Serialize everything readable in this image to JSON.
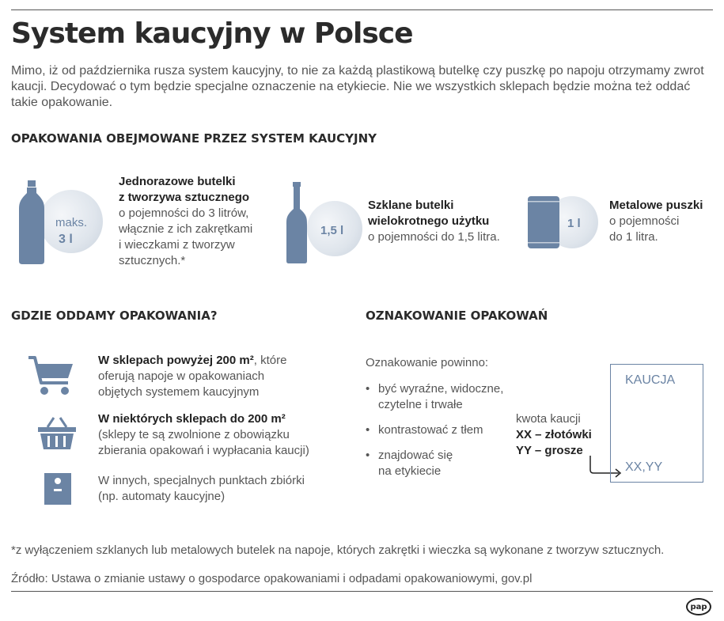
{
  "title": "System kaucyjny w Polsce",
  "intro": "Mimo, iż od października rusza system kaucyjny, to nie za każdą plastikową butelkę czy puszkę po napoju otrzymamy zwrot kaucji. Decydować o tym będzie specjalne oznaczenie na etykiecie. Nie we wszystkich sklepach będzie można też oddać takie opakowanie.",
  "section_packaging": "OPAKOWANIA OBEJMOWANE PRZEZ SYSTEM KAUCYJNY",
  "plastic": {
    "badge_top": "maks.",
    "badge_value": "3 l",
    "title_line1": "Jednorazowe butelki",
    "title_line2": "z tworzywa sztucznego",
    "desc_line1": "o pojemności do 3 litrów,",
    "desc_line2": "włącznie z ich zakrętkami",
    "desc_line3": "i wieczkami z tworzyw",
    "desc_line4": "sztucznych.*"
  },
  "glass": {
    "badge_value": "1,5 l",
    "title_line1": "Szklane butelki",
    "title_line2": "wielokrotnego użytku",
    "desc_line1": "o pojemności do 1,5 litra."
  },
  "can": {
    "badge_value": "1 l",
    "title_line1": "Metalowe puszki",
    "desc_line1": "o pojemności",
    "desc_line2": "do 1 litra."
  },
  "section_where": "GDZIE ODDAMY OPAKOWANIA?",
  "where": {
    "item1_bold": "W sklepach powyżej 200 m²",
    "item1_rest": ", które",
    "item1_line2": "oferują napoje w opakowaniach",
    "item1_line3": "objętych systemem kaucyjnym",
    "item2_bold": "W niektórych sklepach do 200 m²",
    "item2_line2": "(sklepy te są zwolnione z obowiązku",
    "item2_line3": "zbierania opakowań i wypłacania kaucji)",
    "item3_line1": "W innych, specjalnych punktach zbiórki",
    "item3_line2": "(np. automaty kaucyjne)"
  },
  "section_marking": "OZNAKOWANIE OPAKOWAŃ",
  "marking": {
    "lead": "Oznakowanie powinno:",
    "bullet1_line1": "być wyraźne, widoczne,",
    "bullet1_line2": "czytelne i trwałe",
    "bullet2": "kontrastować z tłem",
    "bullet3_line1": "znajdować się",
    "bullet3_line2": "na etykiecie",
    "amount_label": "kwota kaucji",
    "amount_xx": "XX – złotówki",
    "amount_yy": "YY – grosze",
    "box_title": "KAUCJA",
    "box_value": "XX,YY"
  },
  "footnote": "*z wyłączeniem szklanych lub metalowych butelek na napoje, których zakrętki i wieczka są wykonane z tworzyw sztucznych.",
  "source": "Źródło: Ustawa o zmianie ustawy o gospodarce opakowaniami i odpadami opakowaniowymi, gov.pl",
  "logo": "pap",
  "colors": {
    "icon": "#6b84a4",
    "text": "#555555",
    "heading": "#2b2b2b"
  }
}
